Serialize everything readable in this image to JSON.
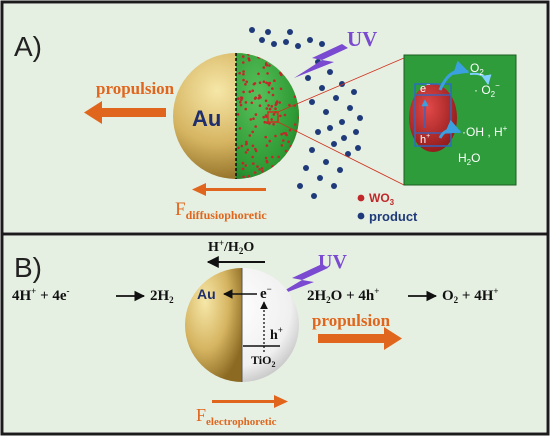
{
  "panel_a": {
    "label": "A)",
    "uv": "UV",
    "au": "Au",
    "propulsion": "propulsion",
    "force_main": "F",
    "force_sub": "diffusiophoretic",
    "legend": [
      {
        "text": "WO",
        "sub": "3",
        "color": "#c0282a"
      },
      {
        "text": "product",
        "sub": "",
        "color": "#1f3a7a"
      }
    ],
    "inset": {
      "o2": "O",
      "o2_sub": "2",
      "superoxide": "· O",
      "superoxide_sub": "2",
      "superoxide_sup": "−",
      "electron": "e",
      "electron_sup": "−",
      "hole": "h",
      "hole_sup": "+",
      "oh": "·OH , H",
      "oh_sup": "+",
      "h2o": "H",
      "h2o_sub": "2",
      "h2o_tail": "O"
    }
  },
  "panel_b": {
    "label": "B)",
    "uv": "UV",
    "au": "Au",
    "electron": "e",
    "electron_sup": "−",
    "hole": "h",
    "hole_sup": "+",
    "tio2": "TiO",
    "tio2_sub": "2",
    "h_ratio": "H",
    "h_ratio_sup": "+",
    "h_ratio_tail": "/H",
    "h_ratio_sub": "2",
    "h_ratio_end": "O",
    "left_reaction": {
      "p1": "4H",
      "p1_sup": "+",
      "p2": " + 4e",
      "p2_sup": "-",
      "p3": "2H",
      "p3_sub": "2"
    },
    "right_reaction": {
      "p1": "2H",
      "p1_sub": "2",
      "p2": "O + 4h",
      "p2_sup": "+",
      "p3": "O",
      "p3_sub": "2",
      "p4": " + 4H",
      "p4_sup": "+"
    },
    "propulsion": "propulsion",
    "force_main": "F",
    "force_sub": "electrophoretic"
  },
  "colors": {
    "panel_bg": "#e6f0e2",
    "border": "#1b1b1b",
    "orange": "#e0661e",
    "uv": "#7a4ad0",
    "gold": "#c9a24a",
    "green_cap": "#2f9a35",
    "inset_bg": "#2e9c3a",
    "dot_red": "#c0282a",
    "dot_blue": "#1f3a7a"
  }
}
